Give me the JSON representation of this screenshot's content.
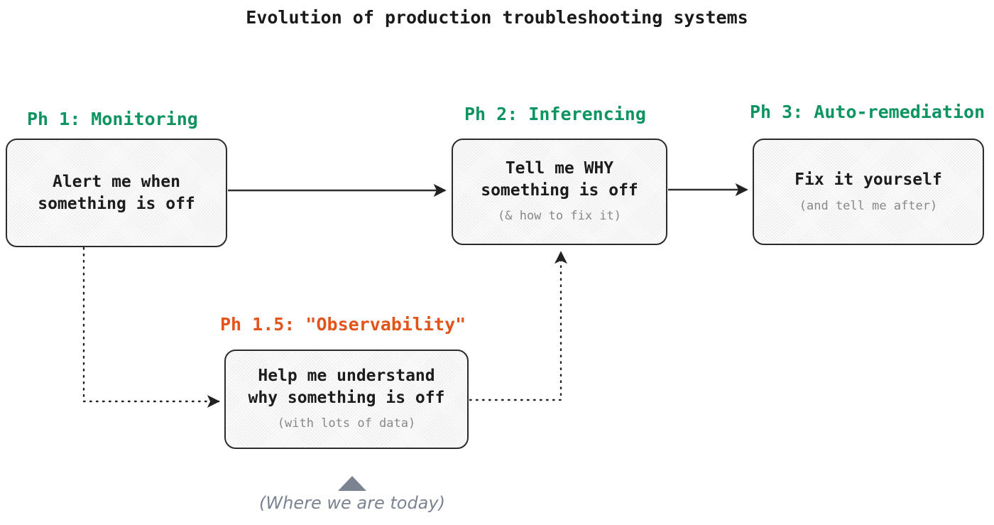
{
  "title": "Evolution of production troubleshooting systems",
  "colors": {
    "phase_green": "#0e9460",
    "phase_orange": "#e2541a",
    "node_border": "#2b2b2b",
    "node_fill": "#fbfbfb",
    "subtitle_gray": "#888888",
    "annotation_gray": "#7b8290",
    "edge_solid": "#333333",
    "edge_dotted": "#222222"
  },
  "phases": {
    "ph1": {
      "label": "Ph 1: Monitoring"
    },
    "ph2": {
      "label": "Ph 2: Inferencing"
    },
    "ph3": {
      "label": "Ph 3: Auto-remediation"
    },
    "ph15": {
      "label": "Ph 1.5: \"Observability\""
    }
  },
  "nodes": {
    "monitoring": {
      "title": "Alert me when\nsomething is off",
      "subtitle": ""
    },
    "inferencing": {
      "title": "Tell me WHY\nsomething is off",
      "subtitle": "(& how to fix it)"
    },
    "autoremediation": {
      "title": "Fix it yourself",
      "subtitle": "(and tell me after)"
    },
    "observability": {
      "title": "Help me understand\nwhy something is off",
      "subtitle": "(with lots of data)"
    }
  },
  "edges": [
    {
      "name": "monitoring-to-inferencing",
      "style": "solid",
      "from": "monitoring",
      "to": "inferencing"
    },
    {
      "name": "inferencing-to-autoremediation",
      "style": "solid",
      "from": "inferencing",
      "to": "autoremediation"
    },
    {
      "name": "monitoring-to-observability",
      "style": "dotted",
      "from": "monitoring",
      "to": "observability"
    },
    {
      "name": "observability-to-inferencing",
      "style": "dotted",
      "from": "observability",
      "to": "inferencing"
    }
  ],
  "annotation": {
    "today_note": "(Where we are today)",
    "marker": "up-triangle"
  }
}
